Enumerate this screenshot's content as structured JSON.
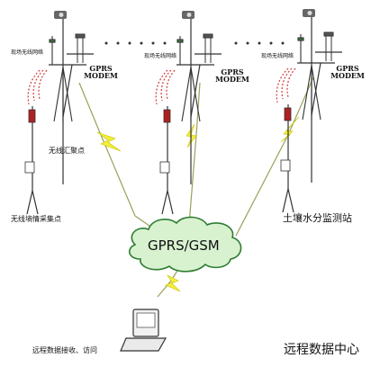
{
  "diagram": {
    "colors": {
      "link_bolt": "#f2ee3a",
      "link_line": "#9aa05a",
      "cloud_fill": "#d8f2d0",
      "cloud_stroke": "#2e7d32",
      "wireless_waves": "#d43a3a",
      "equipment": "#333333"
    },
    "stations": [
      {
        "network_label": "现场无线网络",
        "modem_line1": "GPRS",
        "modem_line2": "MODEM"
      },
      {
        "network_label": "现场无线网络",
        "modem_line1": "GPRS",
        "modem_line2": "MODEM"
      },
      {
        "network_label": "现场无线网络",
        "modem_line1": "GPRS",
        "modem_line2": "MODEM"
      }
    ],
    "labels": {
      "wireless_hub": "无线汇聚点",
      "wireless_collector": "无线墒情采集点",
      "soil_station": "土壤水分监测站",
      "network": "GPRS/GSM",
      "remote_access": "远程数据接收、访问",
      "data_center": "远程数据中心"
    },
    "icons": [
      "camera-icon",
      "antenna-icon",
      "solar-panel-icon",
      "tripod-icon",
      "sensor-pole-icon",
      "computer-icon",
      "lightning-bolt-icon",
      "cloud-icon"
    ]
  }
}
